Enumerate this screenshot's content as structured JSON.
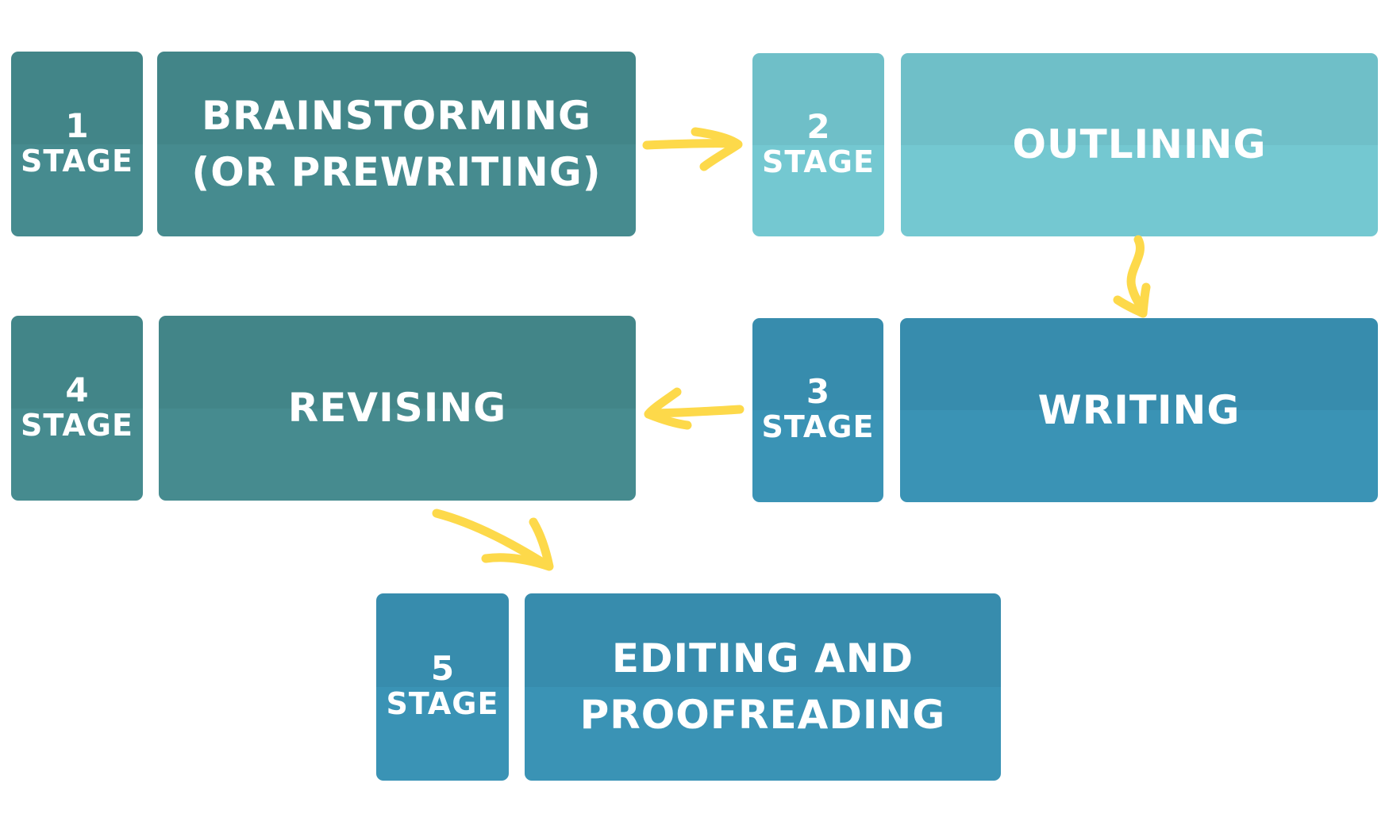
{
  "stages": [
    {
      "number": "1",
      "word": "STAGE",
      "title_lines": [
        "BRAINSTORMING",
        "(OR PREWRITING)"
      ],
      "color": "#468b8f"
    },
    {
      "number": "2",
      "word": "STAGE",
      "title_lines": [
        "OUTLINING"
      ],
      "color": "#74c8d1"
    },
    {
      "number": "3",
      "word": "STAGE",
      "title_lines": [
        "WRITING"
      ],
      "color": "#3a93b5"
    },
    {
      "number": "4",
      "word": "STAGE",
      "title_lines": [
        "REVISING"
      ],
      "color": "#468b8f"
    },
    {
      "number": "5",
      "word": "STAGE",
      "title_lines": [
        "EDITING AND",
        "PROOFREADING"
      ],
      "color": "#3a93b5"
    }
  ],
  "colors": {
    "arrow": "#fdd94a",
    "text": "#ffffff",
    "background": "#ffffff"
  },
  "arrows": [
    {
      "from": "1",
      "to": "2"
    },
    {
      "from": "2",
      "to": "3"
    },
    {
      "from": "3",
      "to": "4"
    },
    {
      "from": "4",
      "to": "5"
    }
  ]
}
